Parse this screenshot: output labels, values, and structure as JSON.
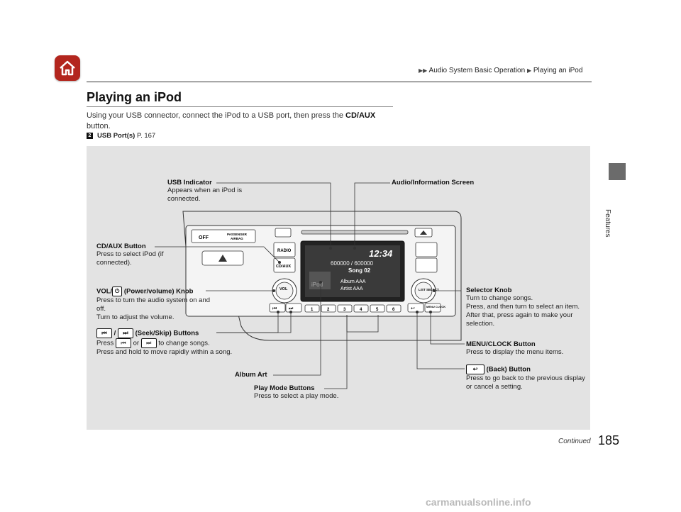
{
  "header": {
    "breadcrumb": [
      "Audio System Basic Operation",
      "Playing an iPod"
    ]
  },
  "title": "Playing an iPod",
  "intro": {
    "text": "Using your USB connector, connect the iPod to a USB port, then press the",
    "bold": "CD/AUX",
    "tail": "button."
  },
  "xref": {
    "label": "USB Port(s)",
    "page": "P. 167"
  },
  "side_label": "Features",
  "callouts": {
    "usb_indicator": {
      "title": "USB Indicator",
      "desc": "Appears when an iPod is connected."
    },
    "screen": {
      "title": "Audio/Information Screen"
    },
    "cdaux": {
      "title": "CD/AUX Button",
      "desc": "Press to select iPod (if connected)."
    },
    "vol": {
      "title_pre": "VOL/",
      "title_post": "(Power/volume) Knob",
      "desc1": "Press to turn the audio system on and off.",
      "desc2": "Turn to adjust the volume."
    },
    "seek": {
      "title_mid": "/",
      "title_post": "(Seek/Skip) Buttons",
      "desc_pre": "Press",
      "desc_or": "or",
      "desc_post": "to change songs.",
      "desc2": "Press and hold to move rapidly within a song."
    },
    "album_art": {
      "title": "Album Art"
    },
    "play_mode": {
      "title": "Play Mode Buttons",
      "desc": "Press to select a play mode."
    },
    "selector": {
      "title": "Selector Knob",
      "desc1": "Turn to change songs.",
      "desc2": "Press, and then turn to select an item. After that, press again to make your selection."
    },
    "menu": {
      "title": "MENU/CLOCK Button",
      "desc": "Press to display the menu items."
    },
    "back": {
      "title": "(Back) Button",
      "desc": "Press to go back to the previous display or cancel a setting."
    }
  },
  "unit": {
    "clock": "12:34",
    "track_count": "600000 / 600000",
    "song": "Song 02",
    "album": "Album AAA",
    "artist": "Artist AAA",
    "ipod": "iPod",
    "radio_btn": "RADIO",
    "cdaux_btn": "CD/AUX",
    "vol_btn": "VOL",
    "list_btn": "LIST SELECT",
    "menu_btn": "MENU CLOCK",
    "airbag": "PASSENGER AIRBAG",
    "airbag_off": "OFF",
    "presets": [
      "1",
      "2",
      "3",
      "4",
      "5",
      "6"
    ]
  },
  "footer": {
    "continued": "Continued",
    "page": "185"
  },
  "watermark": "carmanualsonline.info"
}
